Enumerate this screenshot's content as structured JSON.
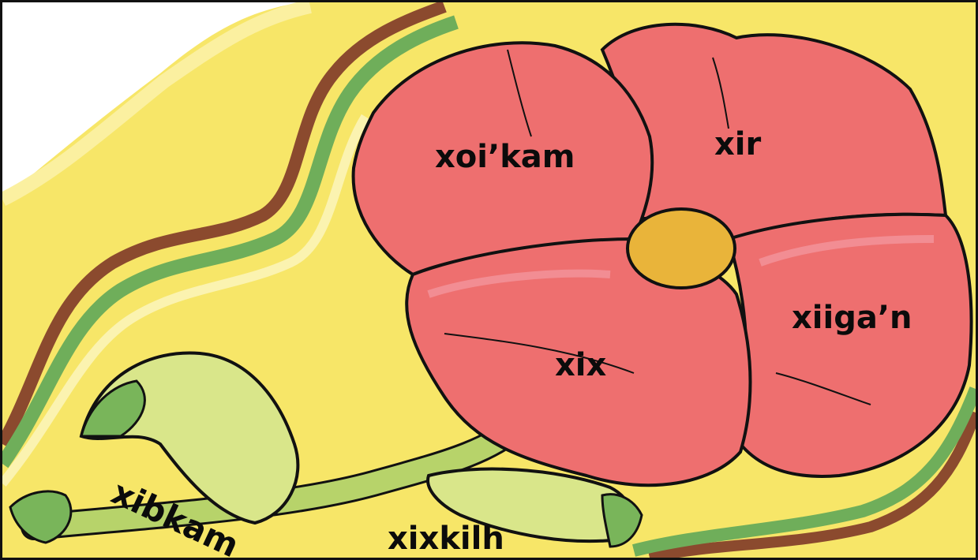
{
  "illustration": {
    "labels": {
      "petal_left": "xoi’kam",
      "petal_top": "xir",
      "petal_right": "xiiga’n",
      "petal_bottom": "xix",
      "leaf": "xixkilh",
      "bud": "xibkam"
    },
    "colors": {
      "background_wash": "#f7e668",
      "petal": "#ee6f6f",
      "petal_highlight": "#f39aa2",
      "center": "#e9b43a",
      "stem": "#b7d36a",
      "leaf_dark": "#79b55a",
      "outline": "#111111",
      "brown_band": "#8b4a2e",
      "green_band": "#6fae5a"
    }
  }
}
